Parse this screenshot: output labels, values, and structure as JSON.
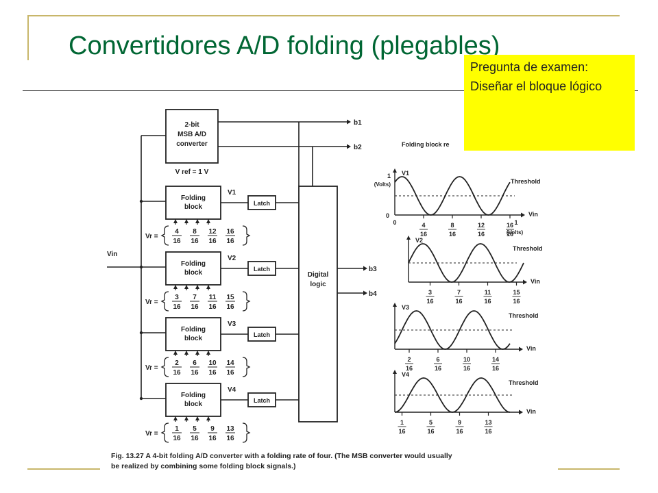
{
  "slide": {
    "title": "Convertidores A/D folding (plegables)",
    "note_lines": [
      "Pregunta de examen:",
      "Diseñar el bloque lógico"
    ],
    "accent_color": "#006633",
    "note_color": "#ffff00",
    "decoration_color": "#c8b66a"
  },
  "figure": {
    "msb": {
      "line1": "2-bit",
      "line2": "MSB A/D",
      "line3": "converter",
      "vref": "V ref = 1 V"
    },
    "vin_label": "Vin",
    "digital_logic": {
      "line1": "Digital",
      "line2": "logic"
    },
    "latch_label": "Latch",
    "folding_label_1": "Folding",
    "folding_label_2": "block",
    "outputs": [
      "b1",
      "b2",
      "b3",
      "b4"
    ],
    "stages": [
      {
        "out": "V1",
        "ref": "Vr =",
        "numerators": [
          "4",
          "8",
          "12",
          "16"
        ],
        "denominator": "16"
      },
      {
        "out": "V2",
        "ref": "Vr =",
        "numerators": [
          "3",
          "7",
          "11",
          "15"
        ],
        "denominator": "16"
      },
      {
        "out": "V3",
        "ref": "Vr =",
        "numerators": [
          "2",
          "6",
          "10",
          "14"
        ],
        "denominator": "16"
      },
      {
        "out": "V4",
        "ref": "Vr =",
        "numerators": [
          "1",
          "5",
          "9",
          "13"
        ],
        "denominator": "16"
      }
    ],
    "plots_header": "Folding block re",
    "threshold_label": "Threshold",
    "plot_vin_label": "Vin",
    "plot1_axis": {
      "y_top": "1",
      "y_unit": "(Volts)",
      "y_zero": "0",
      "x_zero": "0",
      "x_end": "1",
      "x_unit": "(Volts)"
    },
    "caption_line1": "Fig. 13.27   A 4-bit folding A/D converter with a folding rate of four. (The MSB converter would usually",
    "caption_line2": "be realized by combining some folding block signals.)"
  }
}
